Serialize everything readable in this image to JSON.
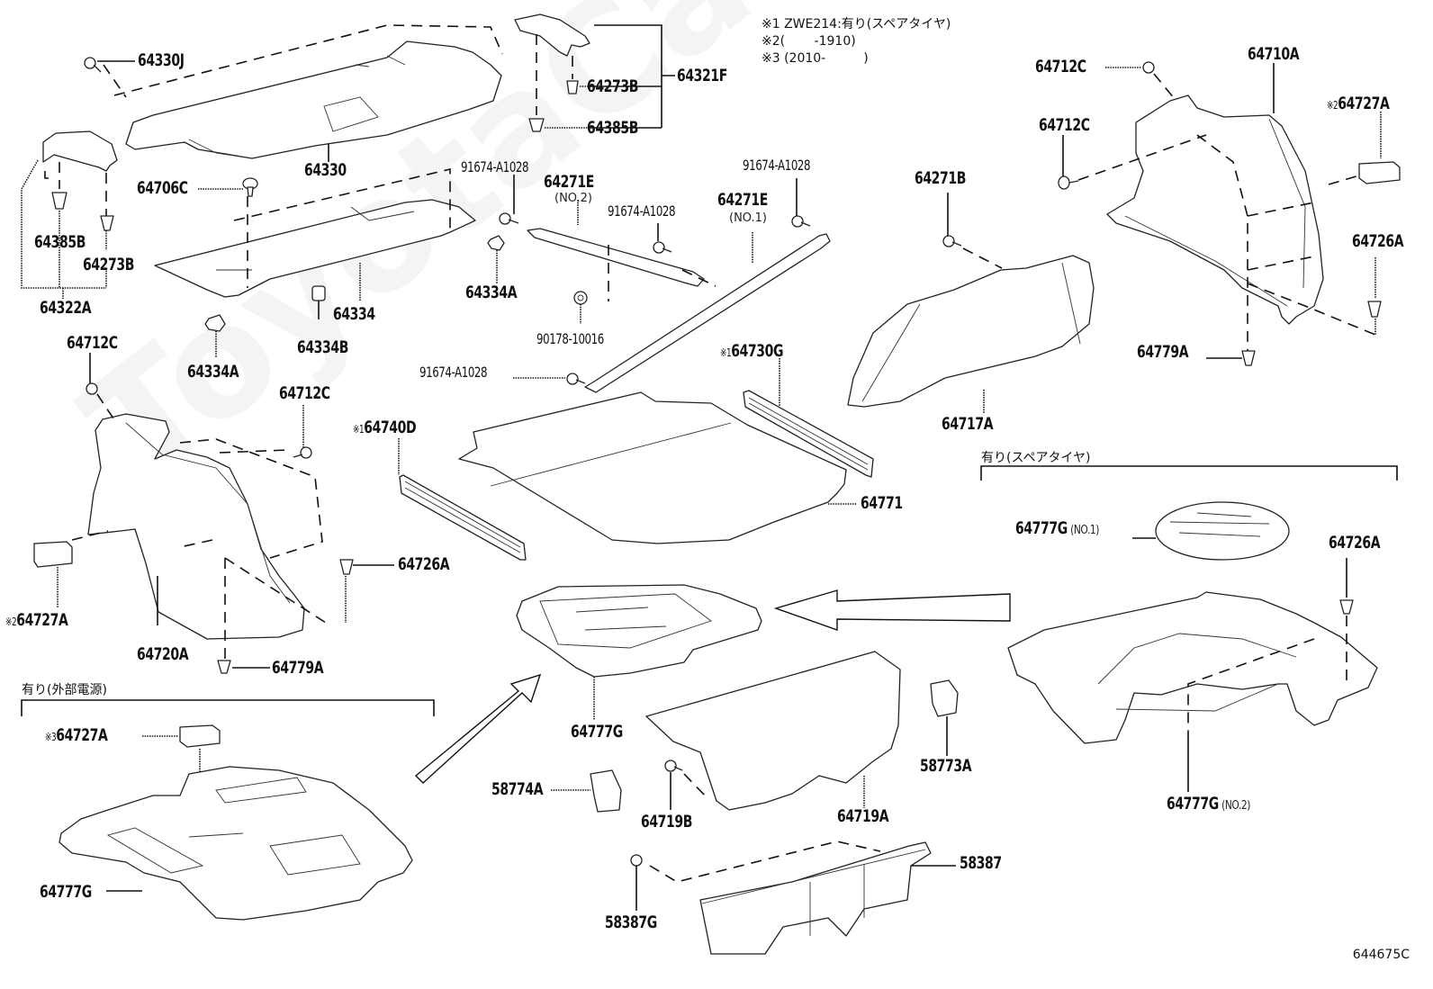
{
  "diagram": {
    "title": "Package tray / luggage compartment trim parts",
    "figure_code": "644675C",
    "watermark": "ToyotaCarMirs.ru",
    "notes": [
      "※1 ZWE214:有り(スペアタイヤ)",
      "※2(　　 -1910)",
      "※3 (2010-　　　)"
    ],
    "groups": {
      "spare_tire": "有り(スペアタイヤ)",
      "external_power": "有り(外部電源)"
    },
    "labels": {
      "p64330J": "64330J",
      "p64330": "64330",
      "p64321F": "64321F",
      "p64273B_top": "64273B",
      "p64385B_top": "64385B",
      "p64706C": "64706C",
      "p64385B_left": "64385B",
      "p64273B_left": "64273B",
      "p64322A": "64322A",
      "p64334": "64334",
      "p64334B": "64334B",
      "p64334A_left": "64334A",
      "p64334A_mid": "64334A",
      "p91674_a": "91674-A1028",
      "p64271E_2": "64271E",
      "p64271E_2_sub": "(NO.2)",
      "p91674_b": "91674-A1028",
      "p91674_c": "91674-A1028",
      "p64271E_1": "64271E",
      "p64271E_1_sub": "(NO.1)",
      "p90178": "90178-10016",
      "p91674_d": "91674-A1028",
      "p64730G": "64730G",
      "p64730G_mark": "※1",
      "p64271B": "64271B",
      "p64717A": "64717A",
      "p64712C_tr1": "64712C",
      "p64712C_tr2": "64712C",
      "p64710A": "64710A",
      "p64727A_tr": "64727A",
      "p64727A_tr_mark": "※2",
      "p64726A_tr": "64726A",
      "p64779A_tr": "64779A",
      "p64712C_l1": "64712C",
      "p64712C_l2": "64712C",
      "p64740D": "64740D",
      "p64740D_mark": "※1",
      "p64771": "64771",
      "p64726A_l": "64726A",
      "p64727A_l": "64727A",
      "p64727A_l_mark": "※2",
      "p64720A": "64720A",
      "p64779A_l": "64779A",
      "p64777G_no1": "64777G",
      "p64777G_no1_sub": "(NO.1)",
      "p64726A_r": "64726A",
      "p64777G_no2": "64777G",
      "p64777G_no2_sub": "(NO.2)",
      "p64777G_mid": "64777G",
      "p64727A_b": "64727A",
      "p64727A_b_mark": "※3",
      "p64777G_b": "64777G",
      "p58774A": "58774A",
      "p64719B": "64719B",
      "p64719A": "64719A",
      "p58773A": "58773A",
      "p58387": "58387",
      "p58387G": "58387G"
    }
  }
}
